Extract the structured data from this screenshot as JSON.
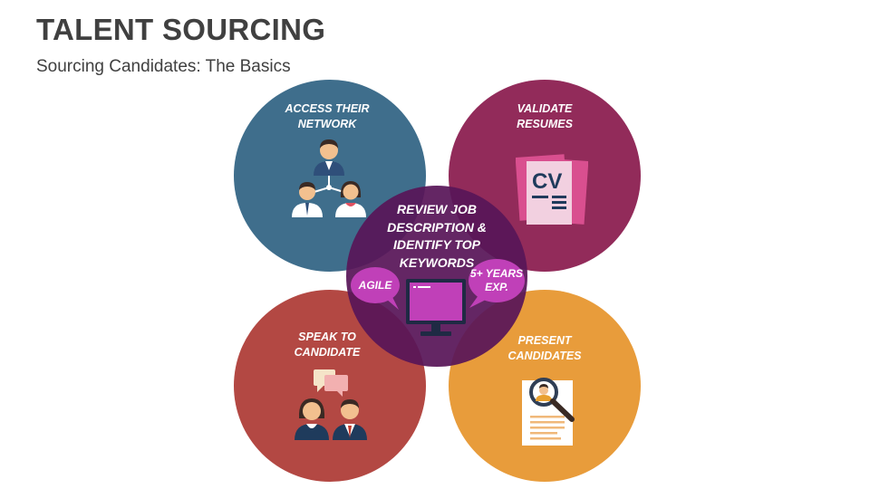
{
  "header": {
    "title": "TALENT SOURCING",
    "subtitle": "Sourcing Candidates: The Basics"
  },
  "colors": {
    "network": "#3f6e8c",
    "validate": "#922b5a",
    "speak": "#b34843",
    "present": "#e89c3b",
    "center": "#581658",
    "bubble": "#c040b8"
  },
  "steps": {
    "network": {
      "label": "ACCESS THEIR\nNETWORK",
      "icon": "network-people-icon"
    },
    "validate": {
      "label": "VALIDATE\nRESUMES",
      "icon": "cv-document-icon"
    },
    "speak": {
      "label": "SPEAK TO\nCANDIDATE",
      "icon": "conversation-people-icon"
    },
    "present": {
      "label": "PRESENT\nCANDIDATES",
      "icon": "profile-magnifier-icon"
    },
    "center": {
      "label": "REVIEW JOB\nDESCRIPTION &\nIDENTIFY TOP\nKEYWORDS",
      "icon": "monitor-icon",
      "bubble_left": "AGILE",
      "bubble_right": "5+ YEARS\nEXP."
    }
  }
}
